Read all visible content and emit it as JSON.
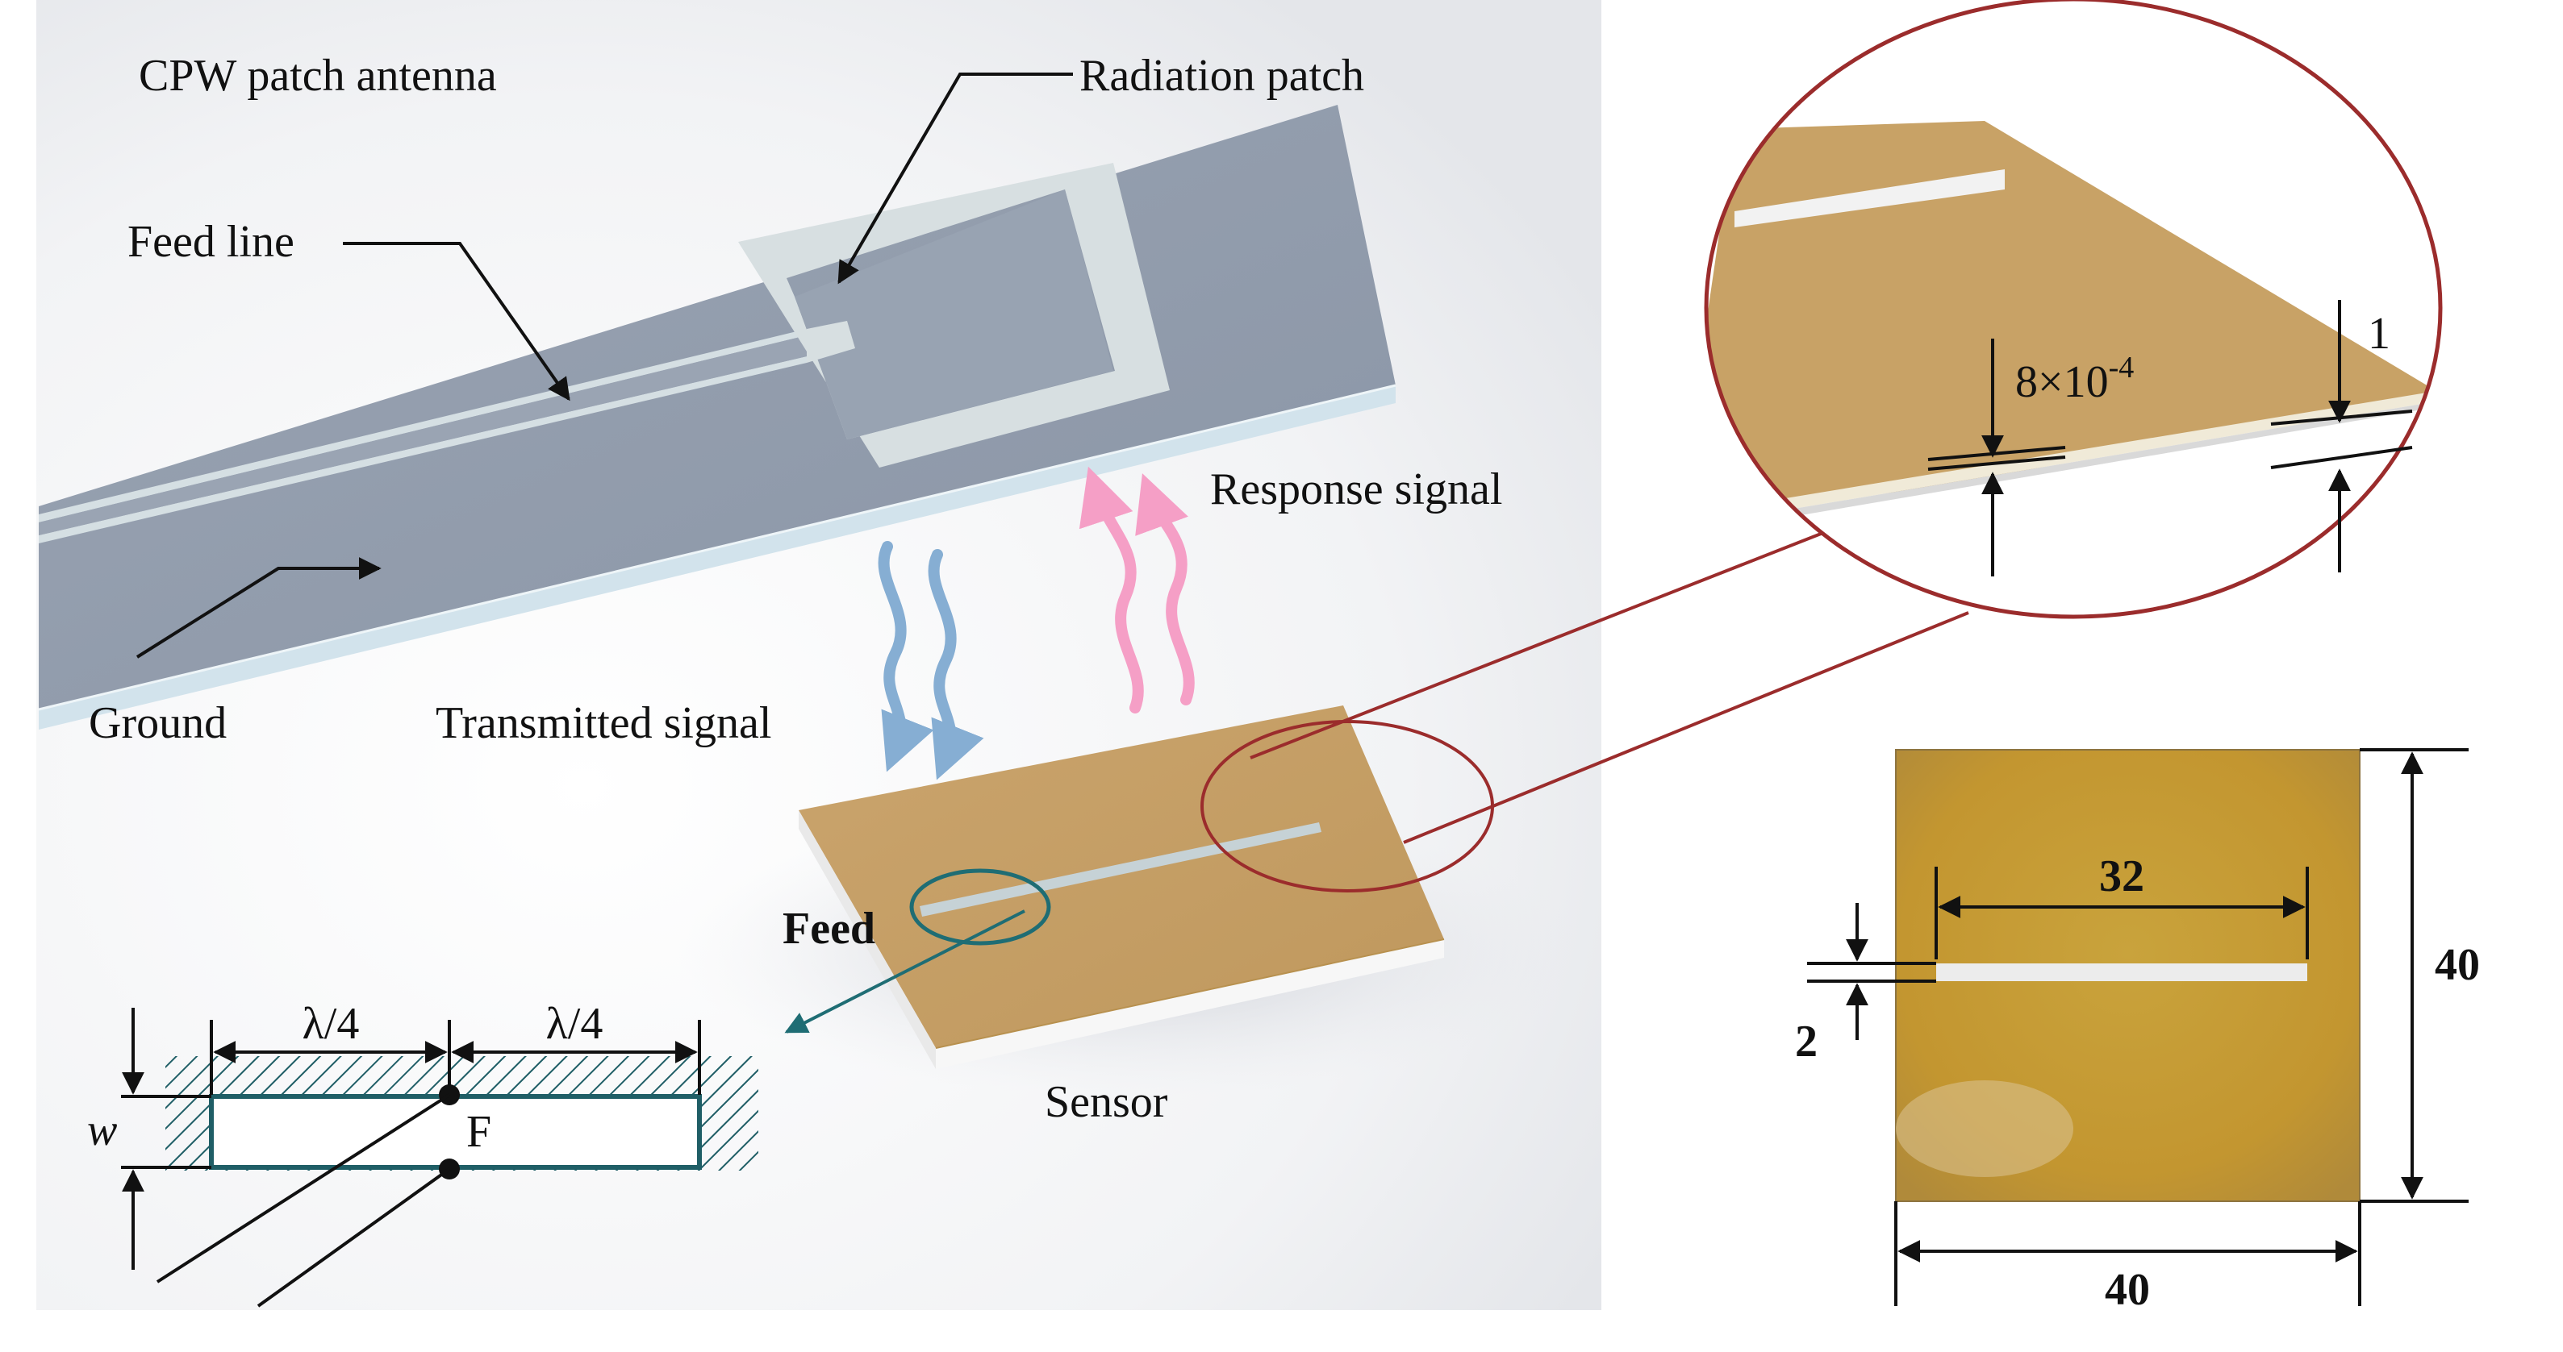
{
  "labels": {
    "cpw_title": "CPW patch antenna",
    "radiation_patch": "Radiation patch",
    "feed_line": "Feed line",
    "ground": "Ground",
    "response_signal": "Response signal",
    "transmitted_signal": "Transmitted signal",
    "feed": "Feed",
    "sensor": "Sensor",
    "lambda_quarter_left": "λ/4",
    "lambda_quarter_right": "λ/4",
    "w": "w",
    "f": "F",
    "zoom_thickness_base": "8×10",
    "zoom_thickness_exp": "-4",
    "zoom_one": "1",
    "dim_32": "32",
    "dim_40_right": "40",
    "dim_40_bottom": "40",
    "dim_2": "2"
  },
  "colors": {
    "antenna_top": "#8f9aab",
    "antenna_edge": "#cfe0ea",
    "patch_metal": "#d8e0e2",
    "sensor_top": "#c7a168",
    "sensor_edge": "#f4f4f4",
    "zoom_fill": "#c8a266",
    "photo_fill": "#c79a32",
    "callout_red": "#9b2c2c",
    "callout_teal": "#1f6d74",
    "hatch_teal": "#1f5e66",
    "wave_blue": "#86aed3",
    "wave_pink": "#f59fc6"
  }
}
